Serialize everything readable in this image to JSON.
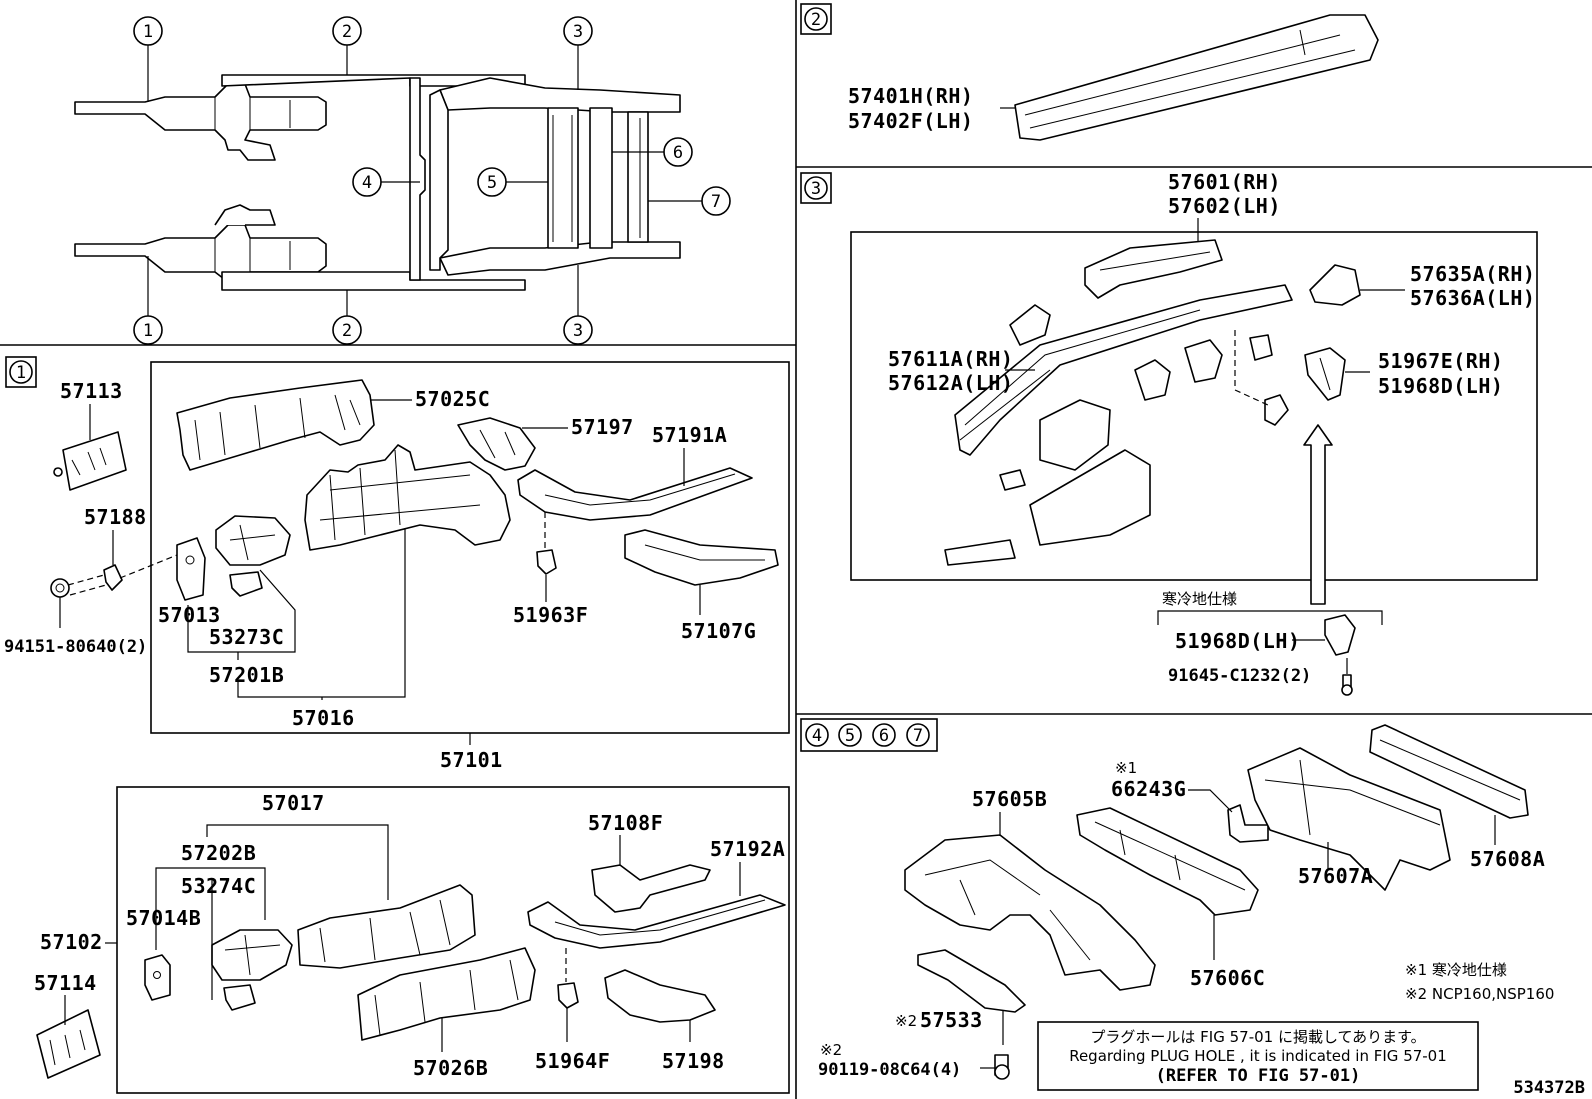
{
  "diagram_number": "534372B",
  "section_markers": {
    "s1": "1",
    "s2": "2",
    "s3": "3",
    "s4": "4",
    "s5": "5",
    "s6": "6",
    "s7": "7"
  },
  "overview_callouts": [
    "1",
    "2",
    "3",
    "4",
    "5",
    "6",
    "7"
  ],
  "section1_parts": {
    "p57113": "57113",
    "p57188": "57188",
    "p94151": "94151-80640(2)",
    "p57025C": "57025C",
    "p57197": "57197",
    "p57191A": "57191A",
    "p51963F": "51963F",
    "p57107G": "57107G",
    "p57013": "57013",
    "p53273C": "53273C",
    "p57201B": "57201B",
    "p57016": "57016",
    "p57101": "57101",
    "p57017": "57017",
    "p57108F": "57108F",
    "p57192A": "57192A",
    "p57202B": "57202B",
    "p53274C": "53274C",
    "p57014B": "57014B",
    "p57102": "57102",
    "p57114": "57114",
    "p57026B": "57026B",
    "p51964F": "51964F",
    "p57198": "57198"
  },
  "section2_parts": {
    "rh": "57401H(RH)",
    "lh": "57402F(LH)"
  },
  "section3_parts": {
    "p57601": "57601(RH)",
    "p57602": "57602(LH)",
    "p57635A": "57635A(RH)",
    "p57636A": "57636A(LH)",
    "p57611A": "57611A(RH)",
    "p57612A": "57612A(LH)",
    "p51967E": "51967E(RH)",
    "p51968D": "51968D(LH)",
    "cold_spec": "寒冷地仕様",
    "p51968D_cold": "51968D(LH)",
    "p91645": "91645-C1232(2)"
  },
  "section4_parts": {
    "mark1": "※1",
    "p66243G": "66243G",
    "p57605B": "57605B",
    "p57607A": "57607A",
    "p57608A": "57608A",
    "p57606C": "57606C",
    "mark2a": "※2",
    "p57533": "57533",
    "mark2b": "※2",
    "p90119": "90119-08C64(4)",
    "legend1": "※1 寒冷地仕様",
    "legend2": "※2 NCP160,NSP160"
  },
  "note_box": {
    "line1": "プラグホールは FIG 57-01 に掲載してあります。",
    "line2": "Regarding PLUG HOLE , it is indicated in FIG 57-01",
    "line3": "(REFER TO FIG 57-01)"
  }
}
